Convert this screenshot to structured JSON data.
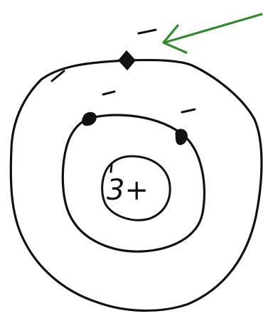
{
  "nucleus": {
    "charge_label": "3+"
  },
  "electrons": {
    "inner_shell_count": 2,
    "outer_shell_count": 1
  },
  "colors": {
    "ink": "#111111",
    "arrow": "#2e8b2e",
    "background": "#ffffff"
  },
  "icons": {
    "arrow": "arrow-left-icon"
  }
}
